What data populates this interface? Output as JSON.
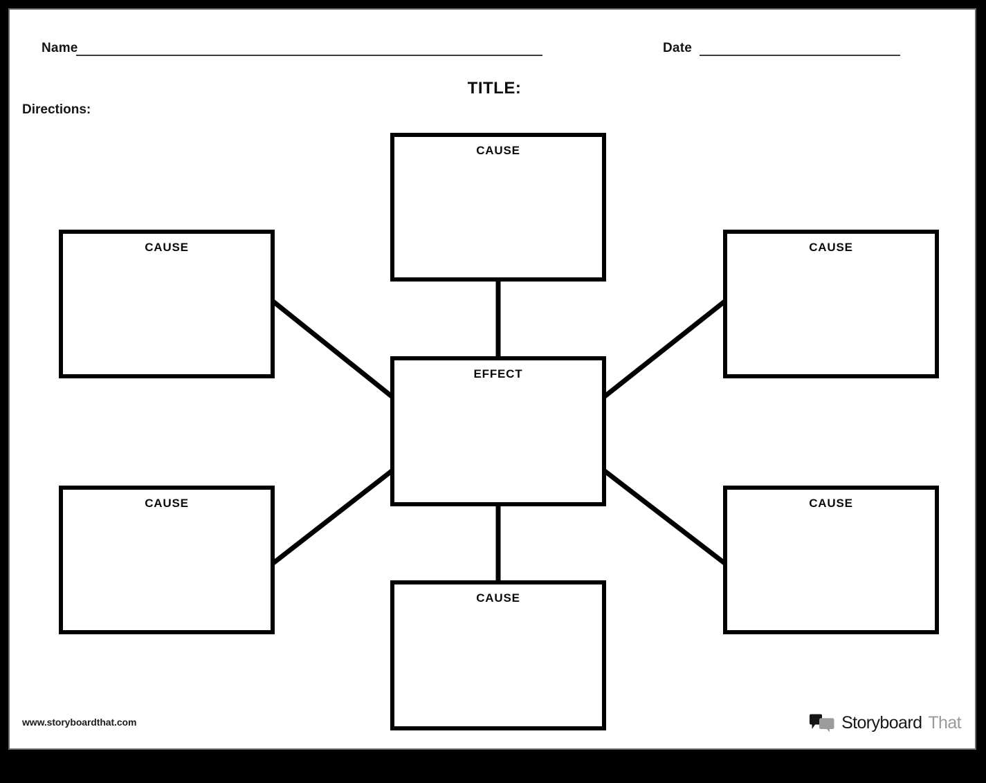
{
  "header": {
    "name_label": "Name",
    "date_label": "Date",
    "name_value": "",
    "date_value": ""
  },
  "title": "TITLE:",
  "directions_label": "Directions:",
  "directions_value": "",
  "diagram": {
    "type": "cause-and-effect-web",
    "center": {
      "id": "effect-center",
      "label": "EFFECT",
      "value": ""
    },
    "causes": [
      {
        "id": "cause-top",
        "label": "CAUSE",
        "value": "",
        "position": "top"
      },
      {
        "id": "cause-left-1",
        "label": "CAUSE",
        "value": "",
        "position": "upper-left"
      },
      {
        "id": "cause-right-1",
        "label": "CAUSE",
        "value": "",
        "position": "upper-right"
      },
      {
        "id": "cause-left-2",
        "label": "CAUSE",
        "value": "",
        "position": "lower-left"
      },
      {
        "id": "cause-right-2",
        "label": "CAUSE",
        "value": "",
        "position": "lower-right"
      },
      {
        "id": "cause-bottom",
        "label": "CAUSE",
        "value": "",
        "position": "bottom"
      }
    ],
    "connectors": [
      {
        "from": "cause-top",
        "to": "effect-center",
        "kind": "vertical"
      },
      {
        "from": "cause-bottom",
        "to": "effect-center",
        "kind": "vertical"
      },
      {
        "from": "cause-left-1",
        "to": "effect-center",
        "kind": "diagonal"
      },
      {
        "from": "cause-left-2",
        "to": "effect-center",
        "kind": "diagonal"
      },
      {
        "from": "cause-right-1",
        "to": "effect-center",
        "kind": "diagonal"
      },
      {
        "from": "cause-right-2",
        "to": "effect-center",
        "kind": "diagonal"
      }
    ]
  },
  "footer": {
    "url": "www.storyboardthat.com",
    "brand_primary": "Storyboard",
    "brand_secondary": "That"
  },
  "colors": {
    "page_background": "#ffffff",
    "frame": "#000000",
    "page_inner_border": "#6b6b6f",
    "ink": "#000000",
    "rule": "#3b3b3f",
    "brand_primary": "#171717",
    "brand_secondary": "#9a9a9a"
  }
}
